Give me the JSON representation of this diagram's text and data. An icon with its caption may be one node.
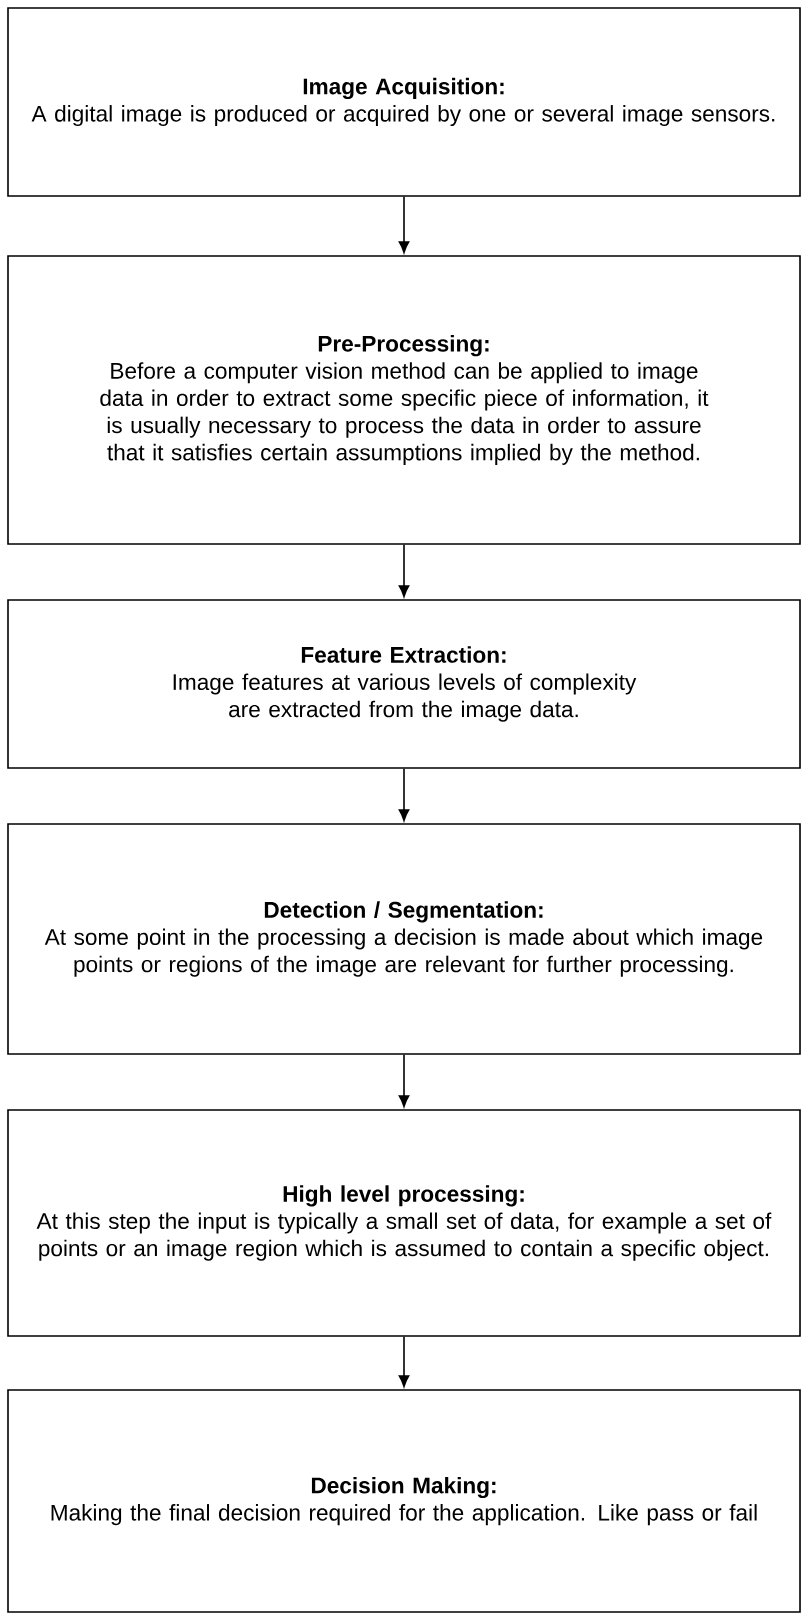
{
  "diagram": {
    "nodes": [
      {
        "text": [
          "Image Acquisition:",
          "A digital image is produced or acquired by one or several image sensors."
        ]
      },
      {
        "text": [
          "Pre-Processing:",
          "Before a computer vision method can be applied to image data in order to extract some specific piece of information, it is usually necessary to process the data in order to assure that it satisfies certain assumptions implied by the method."
        ]
      },
      {
        "text": [
          "Feature Extraction:",
          "Image features at various levels of complexity are extracted from the image data."
        ]
      },
      {
        "text": [
          "Detection / Segmentation:",
          "At some point in the processing a decision is made about which image points or regions of the image are relevant for further processing."
        ]
      },
      {
        "text": [
          "High level processing:",
          "At this step the input is typically a small set of data, for example a set of points or an image region which is assumed to contain a specific object."
        ]
      },
      {
        "text": [
          "Decision Making:",
          "Making the final decision required for the application. Like pass or fail"
        ]
      }
    ],
    "edges": [
      {
        "from": 0,
        "to": 1,
        "arrow": "to"
      },
      {
        "from": 1,
        "to": 2,
        "arrow": "to"
      },
      {
        "from": 2,
        "to": 3,
        "arrow": "to"
      },
      {
        "from": 3,
        "to": 4,
        "arrow": "to"
      },
      {
        "from": 4,
        "to": 5,
        "arrow": "to"
      }
    ]
  }
}
